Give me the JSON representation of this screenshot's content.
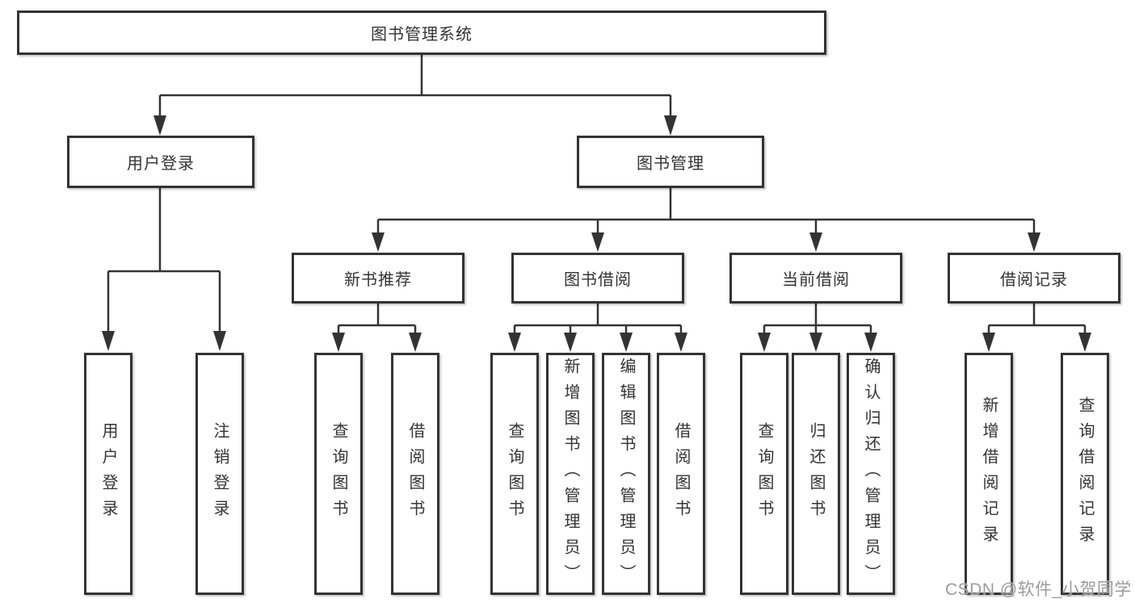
{
  "diagram": {
    "title": "图书管理系统",
    "nodes": {
      "root": "图书管理系统",
      "user_login": "用户登录",
      "book_mgmt": "图书管理",
      "new_books": "新书推荐",
      "book_borrow": "图书借阅",
      "current_borrow": "当前借阅",
      "borrow_records": "借阅记录",
      "user_login_children": [
        "用户登录",
        "注销登录"
      ],
      "new_books_children": [
        "查询图书",
        "借阅图书"
      ],
      "book_borrow_children": [
        "查询图书",
        "新增图书（管理员）",
        "编辑图书（管理员）",
        "借阅图书"
      ],
      "current_borrow_children": [
        "查询图书",
        "归还图书",
        "确认归还（管理员）"
      ],
      "borrow_records_children": [
        "新增借阅记录",
        "查询借阅记录"
      ]
    },
    "colors": {
      "line": "#333333",
      "box_fill": "#ffffff",
      "text": "#333333",
      "watermark": "#9c9c9c"
    }
  },
  "watermark": "CSDN @软件_小贺同学"
}
